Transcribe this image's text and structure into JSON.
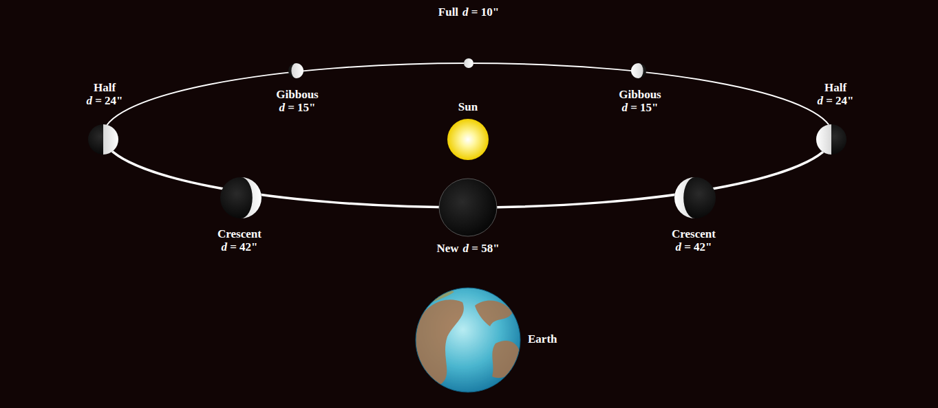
{
  "diagram": {
    "nodes": [
      {
        "text": [
          "Full",
          "d = 10\""
        ]
      },
      {
        "text": [
          "Half",
          "d = 24\""
        ]
      },
      {
        "text": [
          "Gibbous",
          "d = 15\""
        ]
      },
      {
        "text": [
          "Gibbous",
          "d = 15\""
        ]
      },
      {
        "text": [
          "Half",
          "d = 24\""
        ]
      },
      {
        "text": [
          "Sun"
        ]
      },
      {
        "text": [
          "Crescent",
          "d = 42\""
        ]
      },
      {
        "text": [
          "New",
          "d = 58\""
        ]
      },
      {
        "text": [
          "Crescent",
          "d = 42\""
        ]
      },
      {
        "text": [
          "Earth"
        ]
      }
    ]
  }
}
